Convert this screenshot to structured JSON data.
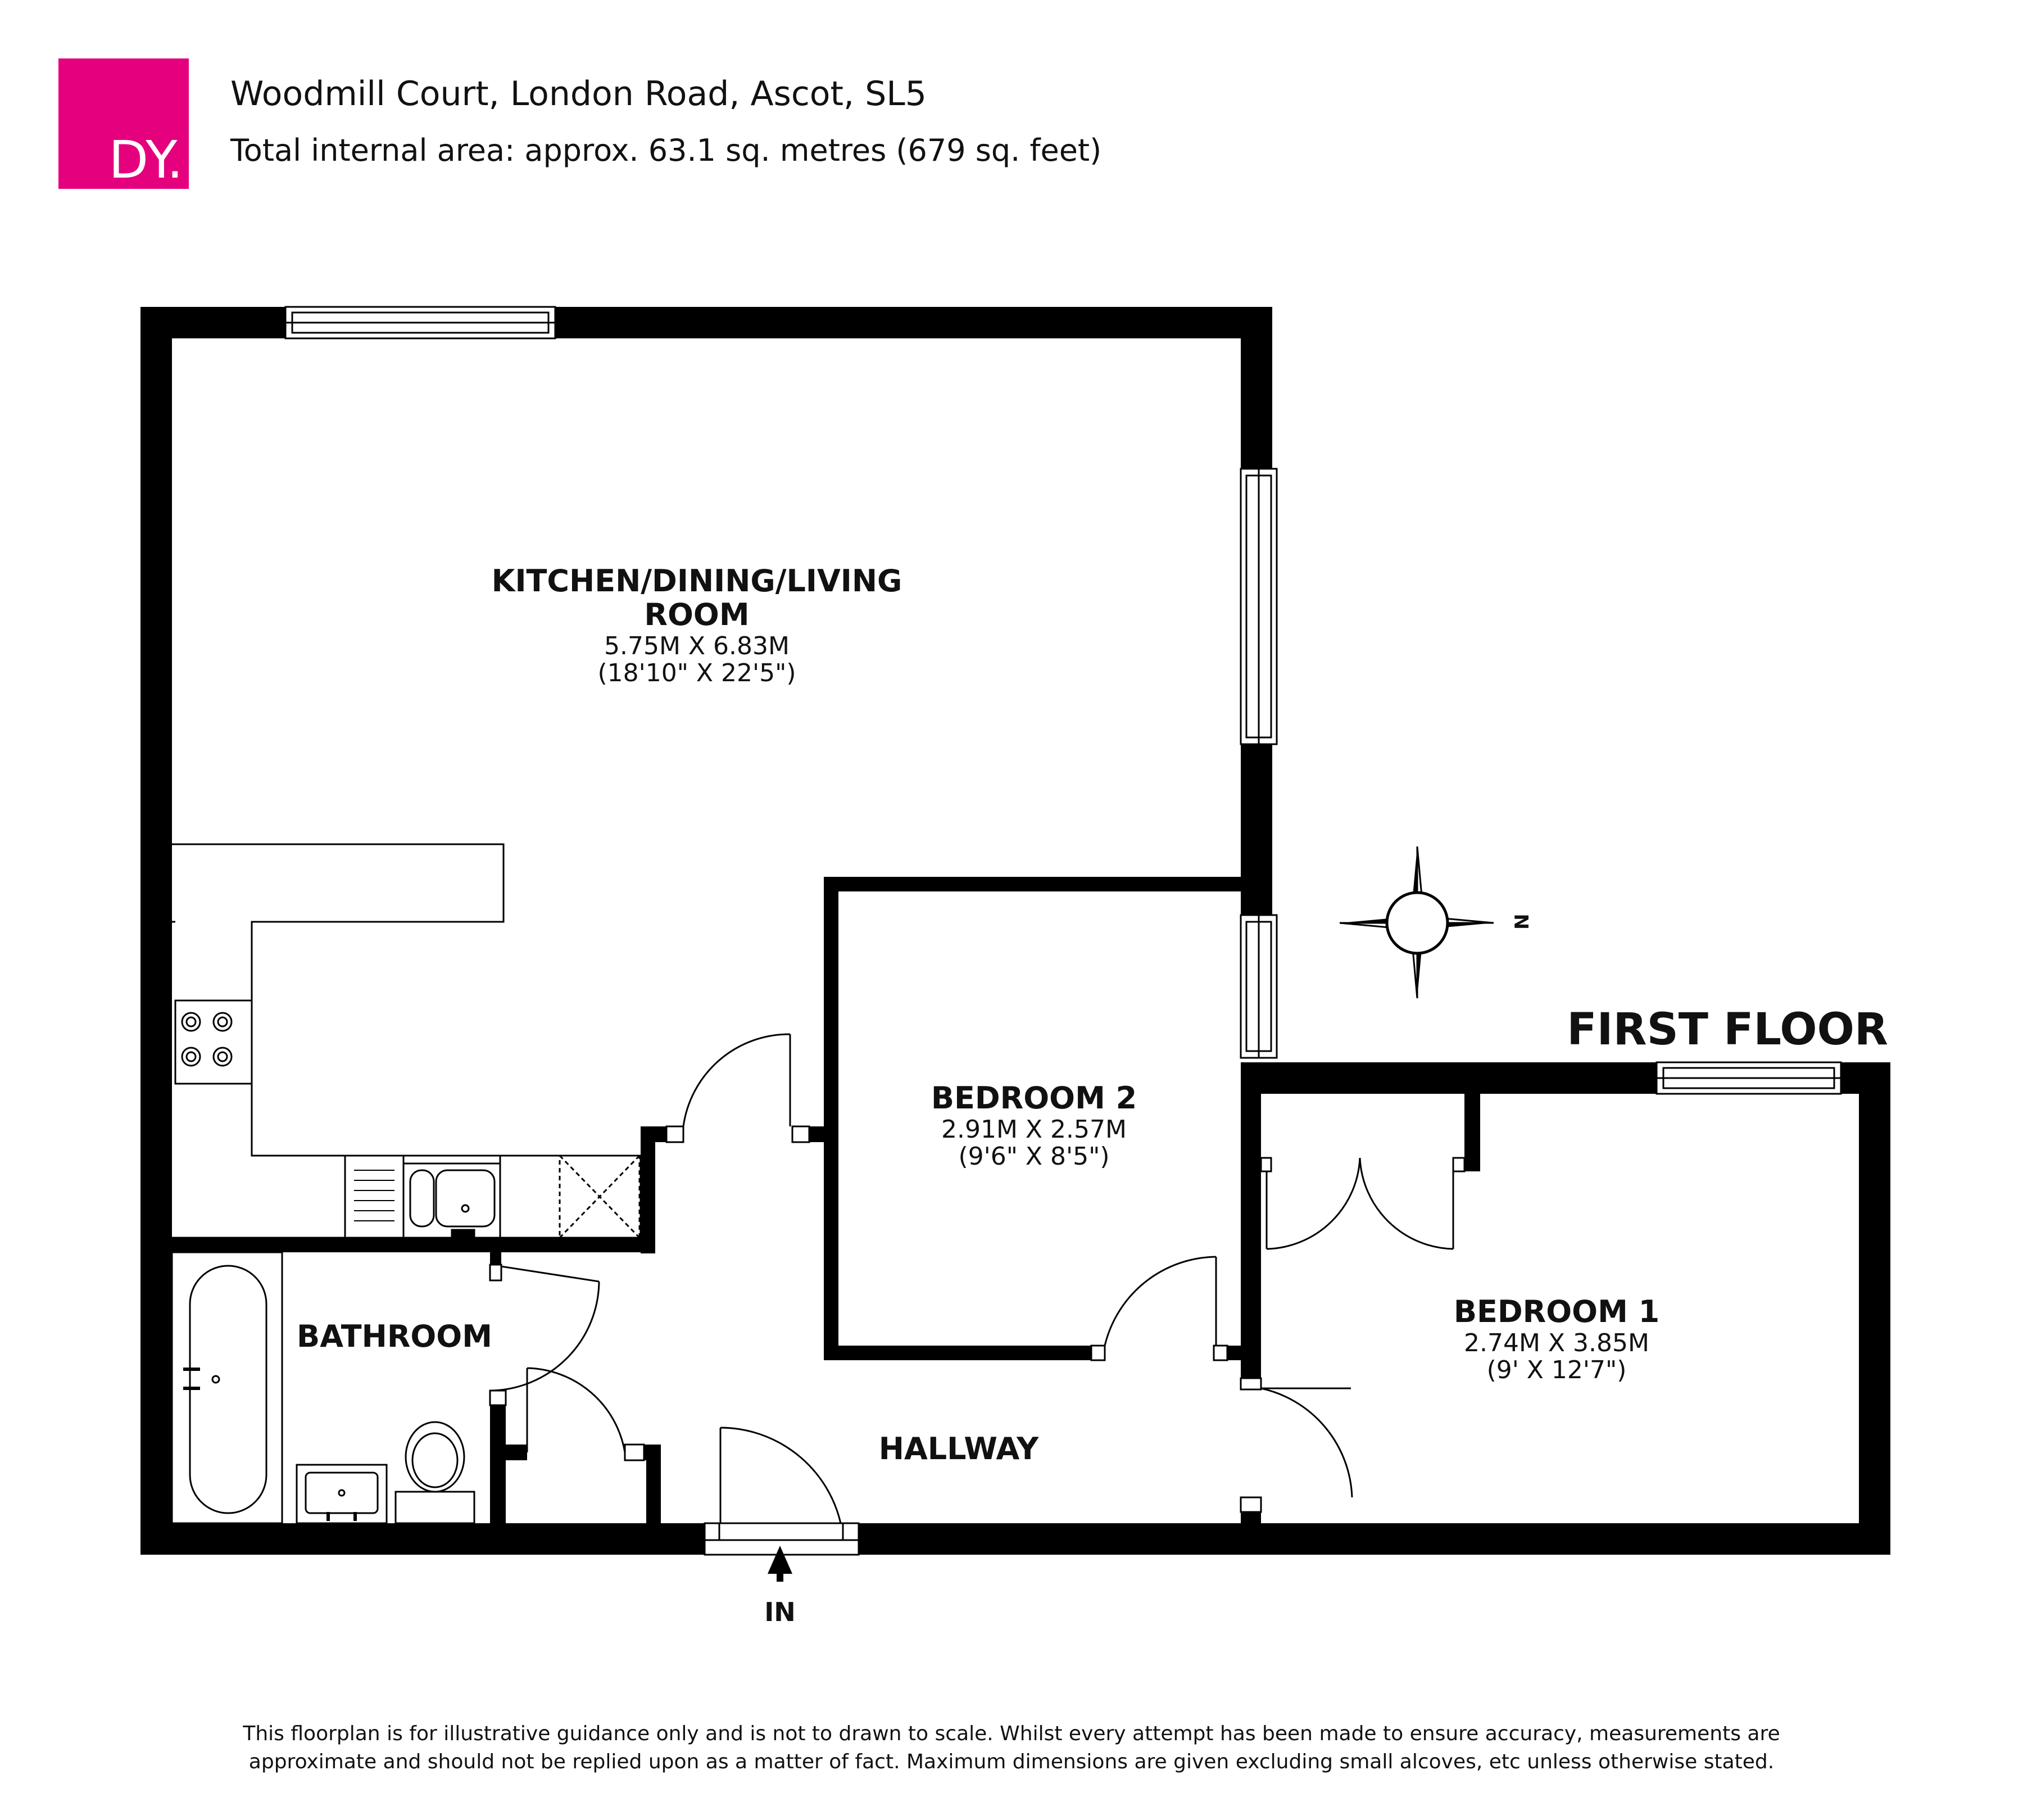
{
  "brand": {
    "logo_text": "DY.",
    "logo_color": "#e5007e"
  },
  "header": {
    "title": "Woodmill Court, London Road, Ascot, SL5",
    "subtitle": "Total internal area: approx. 63.1 sq. metres (679 sq. feet)"
  },
  "plan": {
    "floor_label": "FIRST FLOOR",
    "entrance_label": "IN",
    "compass_label": "N",
    "wall_color": "#000000",
    "rooms": {
      "kitchen": {
        "name_line1": "KITCHEN/DINING/LIVING",
        "name_line2": "ROOM",
        "dim_metric": "5.75M X 6.83M",
        "dim_imperial": "(18'10\" X 22'5\")"
      },
      "bedroom2": {
        "name": "BEDROOM 2",
        "dim_metric": "2.91M X 2.57M",
        "dim_imperial": "(9'6\" X 8'5\")"
      },
      "bedroom1": {
        "name": "BEDROOM 1",
        "dim_metric": "2.74M X 3.85M",
        "dim_imperial": "(9' X 12'7\")"
      },
      "bathroom": {
        "name": "BATHROOM"
      },
      "hallway": {
        "name": "HALLWAY"
      }
    }
  },
  "footer": {
    "disclaimer_line1": "This floorplan is for illustrative guidance only and is not to drawn to scale. Whilst every attempt has been made to ensure accuracy, measurements are",
    "disclaimer_line2": "approximate and should not be replied upon as a matter of fact. Maximum dimensions are given excluding small alcoves, etc unless otherwise stated."
  }
}
